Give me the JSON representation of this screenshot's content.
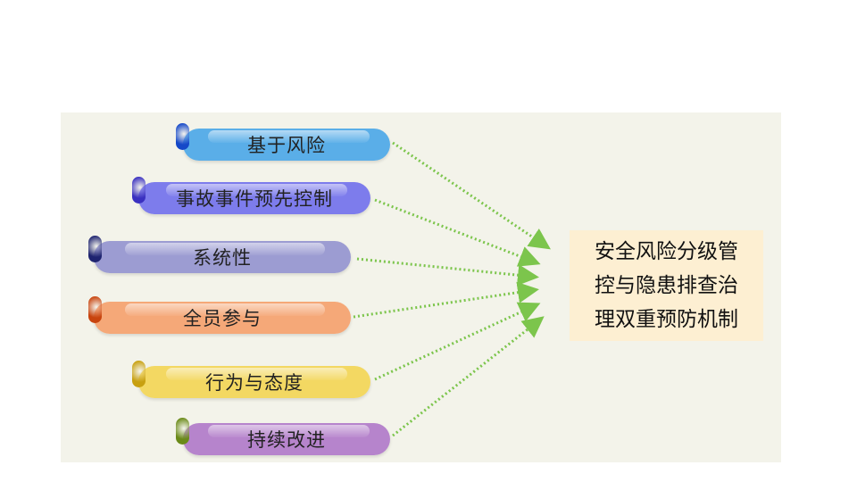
{
  "items": [
    {
      "label": "基于风险",
      "color": "#5aaee8",
      "cap": "#1548c8"
    },
    {
      "label": "事故事件预先控制",
      "color": "#7d7cec",
      "cap": "#3a30c0"
    },
    {
      "label": "系统性",
      "color": "#9c9cd2",
      "cap": "#1f2470"
    },
    {
      "label": "全员参与",
      "color": "#f5a878",
      "cap": "#c8440e"
    },
    {
      "label": "行为与态度",
      "color": "#f3d862",
      "cap": "#c8a010"
    },
    {
      "label": "持续改进",
      "color": "#b684cc",
      "cap": "#6a8a18"
    }
  ],
  "target": {
    "lines": [
      "安全风险分级管",
      "控与隐患排查治",
      "理双重预防机制"
    ]
  },
  "arrow_color": "#7cc54c"
}
